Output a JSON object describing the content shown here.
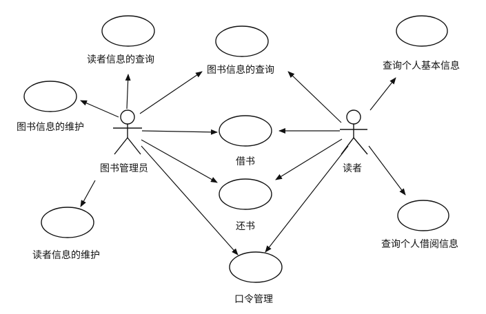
{
  "diagram": {
    "actors": {
      "librarian": "图书管理员",
      "reader": "读者"
    },
    "use_cases": {
      "reader_info_query": "读者信息的查询",
      "book_info_query": "图书信息的查询",
      "personal_basic_info_query": "查询个人基本信息",
      "book_info_maintain": "图书信息的维护",
      "borrow_book": "借书",
      "return_book": "还书",
      "reader_info_maintain": "读者信息的维护",
      "personal_borrow_info_query": "查询个人借阅信息",
      "password_manage": "口令管理"
    }
  }
}
